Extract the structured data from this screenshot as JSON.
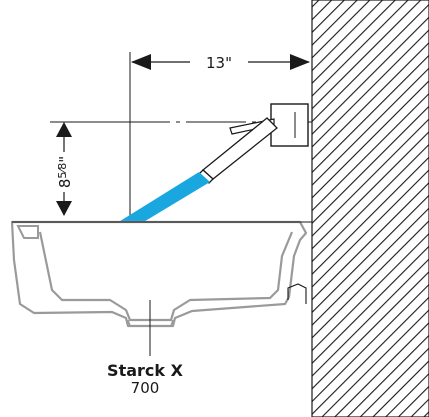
{
  "diagram": {
    "dimensions": {
      "horizontal": {
        "label": "13\"",
        "value_in": 13
      },
      "vertical": {
        "label": "8⅝\"",
        "whole": "8",
        "fraction": "5⁄8",
        "inch_mark": "\"",
        "value_in": 8.625
      }
    },
    "product": {
      "name": "Starck X",
      "number": "700"
    },
    "colors": {
      "line": "#1a1a1a",
      "basin": "#9a9a9a",
      "spray": "#1aa7e0",
      "wall_hatch": "#1a1a1a"
    }
  }
}
